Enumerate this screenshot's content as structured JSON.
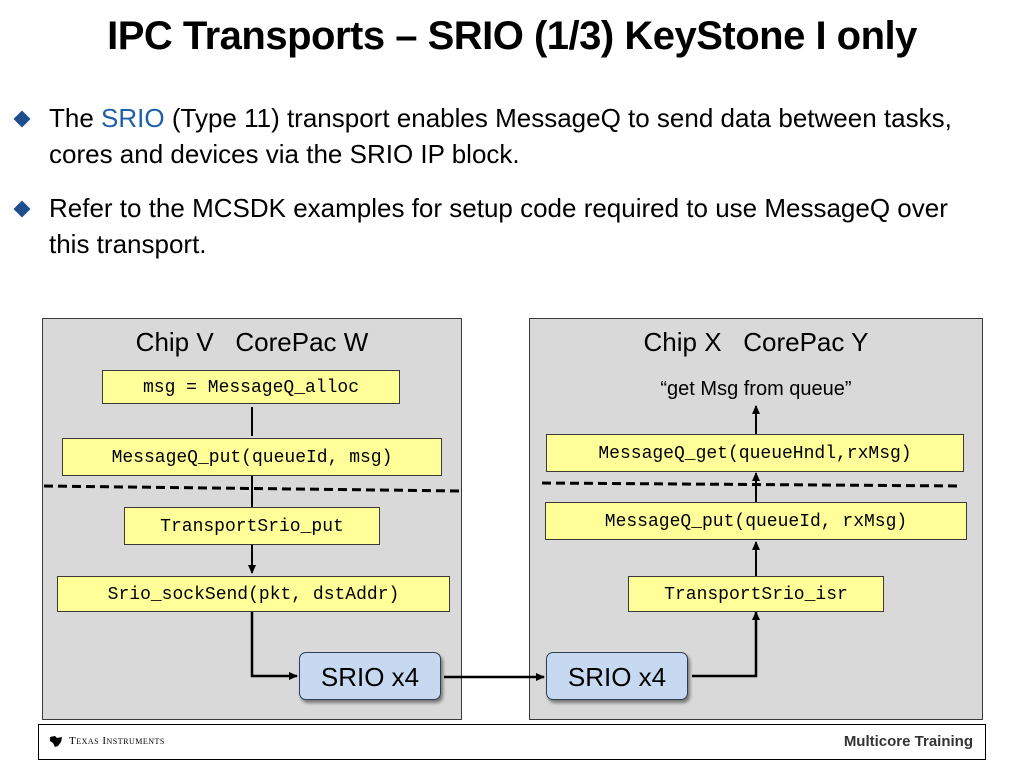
{
  "title": "IPC Transports – SRIO (1/3) KeyStone I only",
  "bullets": [
    {
      "pre": "The ",
      "highlight": "SRIO",
      "post": " (Type 11) transport enables MessageQ to send data between tasks, cores and devices via the SRIO IP block."
    },
    {
      "text": "Refer to the MCSDK examples for setup code required to use MessageQ over this transport."
    }
  ],
  "left_chip": {
    "title": "Chip V   CorePac W",
    "steps": [
      "msg = MessageQ_alloc",
      "MessageQ_put(queueId, msg)",
      "TransportSrio_put",
      "Srio_sockSend(pkt, dstAddr)"
    ],
    "srio": "SRIO x4"
  },
  "right_chip": {
    "title": "Chip X   CorePac Y",
    "caption": "“get Msg from queue”",
    "steps": [
      "MessageQ_get(queueHndl,rxMsg)",
      "MessageQ_put(queueId, rxMsg)",
      "TransportSrio_isr"
    ],
    "srio": "SRIO x4"
  },
  "footer": {
    "logo_text": "Texas Instruments",
    "right_text": "Multicore Training"
  },
  "colors": {
    "code_box": "#ffff99",
    "chip_bg": "#d9d9d9",
    "srio_box": "#c6d9f1",
    "accent": "#1f5fa8"
  }
}
